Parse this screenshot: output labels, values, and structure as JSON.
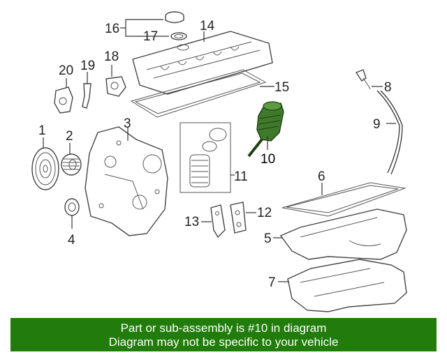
{
  "callouts": {
    "c1": "1",
    "c2": "2",
    "c3": "3",
    "c4": "4",
    "c5": "5",
    "c6": "6",
    "c7": "7",
    "c8": "8",
    "c9": "9",
    "c10": "10",
    "c11": "11",
    "c12": "12",
    "c13": "13",
    "c14": "14",
    "c15": "15",
    "c16": "16",
    "c17": "17",
    "c18": "18",
    "c19": "19",
    "c20": "20"
  },
  "highlight_color": "#3f7a2a",
  "banner": {
    "line1": "Part or sub-assembly is #10 in diagram",
    "line2": "Diagram may not be specific to your vehicle",
    "color": "#217c0b"
  }
}
